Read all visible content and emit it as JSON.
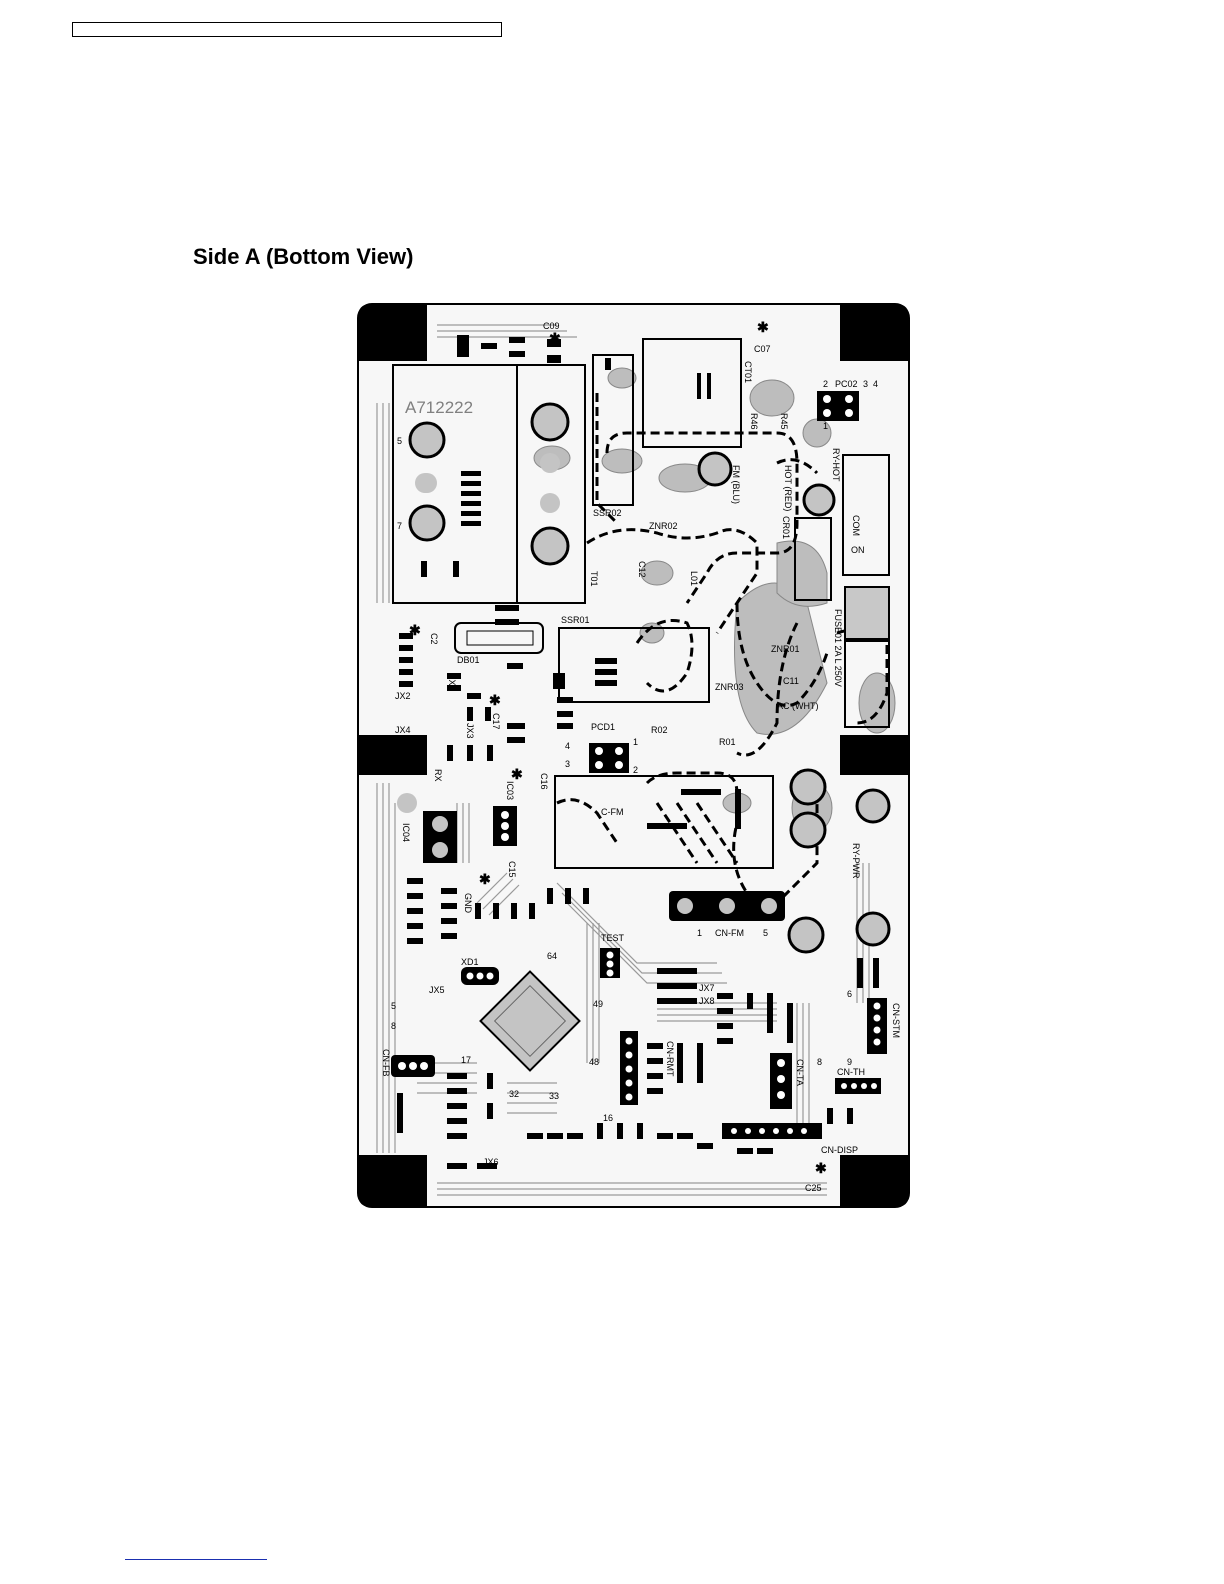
{
  "page": {
    "title": "Side A (Bottom View)"
  },
  "board": {
    "marking": "A712222",
    "labels": {
      "c09": "C09",
      "c07": "C07",
      "ct01": "CT01",
      "pc02": "PC02",
      "r46": "R46",
      "r45": "R45",
      "fm_blu": "FM (BLU)",
      "hot_red": "HOT (RED)",
      "ry_hot": "RY-HOT",
      "com": "COM",
      "on": "ON",
      "ssr02": "SSR02",
      "znr02": "ZNR02",
      "cr01": "CR01",
      "t01": "T01",
      "c12": "C12",
      "l01": "L01",
      "fuse": "FUSE01 2A L 250V",
      "ssr01": "SSR01",
      "znr01": "ZNR01",
      "c11": "C11",
      "c2": "C2",
      "db01": "DB01",
      "jx1": "JX1",
      "jx2": "JX2",
      "jx3": "JX3",
      "jx4": "JX4",
      "c17": "C17",
      "znr03": "ZNR03",
      "ac_wht": "AC (WHT)",
      "pcd1": "PCD1",
      "r02": "R02",
      "r01": "R01",
      "rx": "RX",
      "c16": "C16",
      "ic03": "IC03",
      "ic04": "IC04",
      "c_fm": "C-FM",
      "c15": "C15",
      "ry_pwr": "RY-PWR",
      "gnd": "GND",
      "cn_fm": "CN-FM",
      "test": "TEST",
      "xd1": "XD1",
      "jx5": "JX5",
      "jx7": "JX7",
      "jx8": "JX8",
      "cn_stm": "CN-STM",
      "cn_fb": "CN-FB",
      "cn_rmt": "CN-RMT",
      "cn_ta": "CN-TA",
      "cn_th": "CN-TH",
      "cn_disp": "CN-DISP",
      "jx6": "JX6",
      "c25": "C25"
    },
    "pins": {
      "p5": "5",
      "p7": "7",
      "p1": "1",
      "p2": "2",
      "p3": "3",
      "p4": "4",
      "p6": "6",
      "p8": "8",
      "p9": "9",
      "p32": "32",
      "p33": "33",
      "p48": "48",
      "p49": "49",
      "p64": "64",
      "p16": "16",
      "p17": "17"
    }
  }
}
